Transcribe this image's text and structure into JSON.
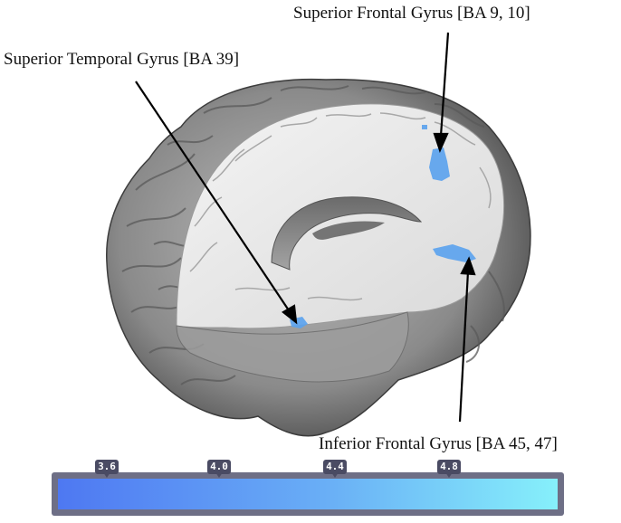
{
  "labels": {
    "superior_frontal": "Superior Frontal Gyrus [BA 9, 10]",
    "superior_temporal": "Superior Temporal Gyrus [BA 39]",
    "inferior_frontal": "Inferior Frontal Gyrus [BA 45, 47]"
  },
  "colorbar": {
    "ticks": [
      "3.6",
      "4.0",
      "4.4",
      "4.8"
    ],
    "color_low": "#4e78f2",
    "color_high": "#86f0fb"
  },
  "colors": {
    "activation": "#5aa2ee",
    "brain_outer": "#8c8c8c",
    "brain_cut_surface": "#e8e8e8"
  }
}
